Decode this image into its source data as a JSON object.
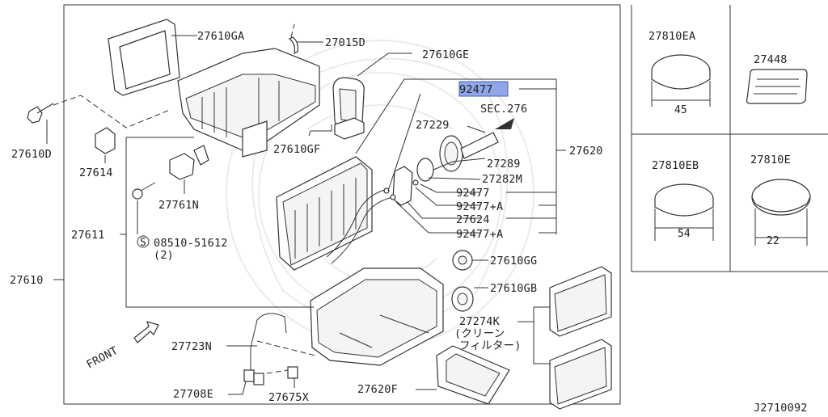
{
  "labels": {
    "p27610GA": "27610GA",
    "p27015D": "27015D",
    "p27610GE": "27610GE",
    "p92477_hl": "92477",
    "sec276": "SEC.276",
    "p27229": "27229",
    "p27620": "27620",
    "p27289": "27289",
    "p27282M": "27282M",
    "p92477": "92477",
    "p92477A1": "92477+A",
    "p27624": "27624",
    "p92477A2": "92477+A",
    "p27610D": "27610D",
    "p27614": "27614",
    "p27610GF": "27610GF",
    "p27761N": "27761N",
    "p27611": "27611",
    "screw_code": "08510-51612",
    "screw_qty": "(2)",
    "screw_symbol": "S",
    "p27610": "27610",
    "p27610GG": "27610GG",
    "p27610GB": "27610GB",
    "p27274K": "27274K",
    "p27274K_note1": "(クリーン",
    "p27274K_note2": "フィルター)",
    "p27723N": "27723N",
    "p27708E": "27708E",
    "p27675X": "27675X",
    "p27620F": "27620F",
    "front": "FRONT"
  },
  "side_parts": [
    {
      "label": "27810EA",
      "dimension": "45"
    },
    {
      "label": "27448",
      "dimension": ""
    },
    {
      "label": "27810EB",
      "dimension": "54"
    },
    {
      "label": "27810E",
      "dimension": "22"
    }
  ],
  "diagram_id": "J2710092",
  "colors": {
    "highlight": "#8fa6ea",
    "line": "#333333",
    "watermark": "#ebebeb"
  }
}
